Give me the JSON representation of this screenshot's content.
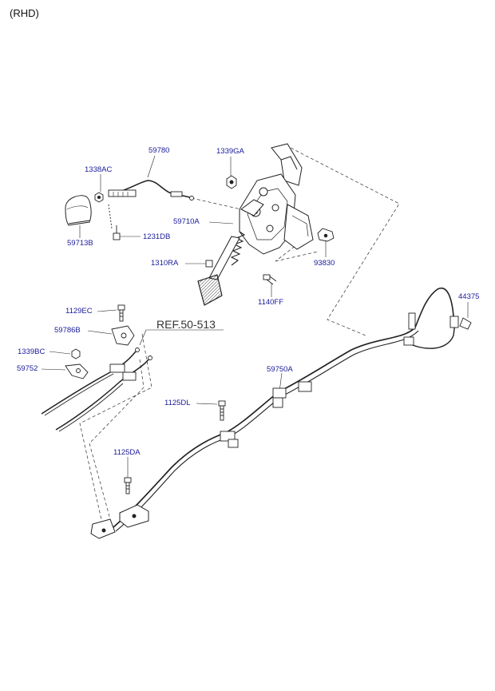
{
  "header": {
    "variant": "(RHD)"
  },
  "reference": {
    "label": "REF.50-513"
  },
  "parts": {
    "p59780": "59780",
    "p1339GA": "1339GA",
    "p1338AC": "1338AC",
    "p59710A": "59710A",
    "p59713B": "59713B",
    "p1231DB": "1231DB",
    "p1310RA": "1310RA",
    "p93830": "93830",
    "p1140FF": "1140FF",
    "p44375": "44375",
    "p1129EC": "1129EC",
    "p59786B": "59786B",
    "p1339BC": "1339BC",
    "p59752": "59752",
    "p59750A": "59750A",
    "p1125DL": "1125DL",
    "p1125DA": "1125DA"
  },
  "colors": {
    "label_text": "#1a1a9a",
    "line": "#222222",
    "dash": "#444444"
  }
}
